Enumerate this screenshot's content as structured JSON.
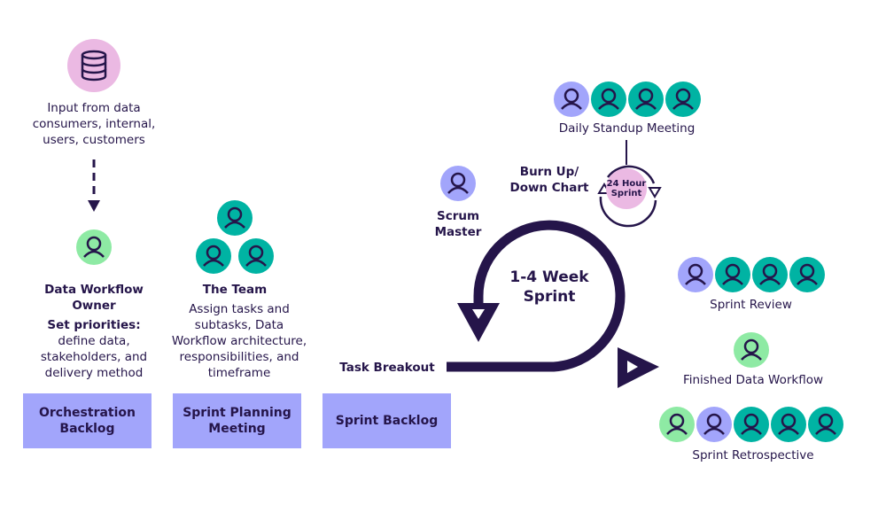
{
  "colors": {
    "ink": "#25154a",
    "pink": "#ebb9e3",
    "green": "#8eeaa4",
    "teal": "#00b3a3",
    "lavender": "#a2a5fb"
  },
  "input": {
    "icon": "database-icon",
    "label": "Input from data consumers, internal, users, customers"
  },
  "owner": {
    "icon": "user-icon",
    "title": "Data Workflow Owner",
    "subtitle": "Set priorities:",
    "description": "define data, stakeholders, and delivery method"
  },
  "team": {
    "icon": "user-group-icon",
    "title": "The Team",
    "description": "Assign tasks and subtasks, Data Workflow architecture, responsibilities, and timeframe"
  },
  "boxes": [
    {
      "label": "Orchestration Backlog"
    },
    {
      "label": "Sprint Planning Meeting"
    },
    {
      "label": "Sprint Backlog"
    }
  ],
  "task_breakout": "Task Breakout",
  "scrum_master": "Scrum Master",
  "burn_chart": "Burn Up/ Down Chart",
  "daily_standup": "Daily Standup Meeting",
  "hour_sprint": "24 Hour Sprint",
  "week_sprint": "1-4 Week Sprint",
  "sprint_review": "Sprint Review",
  "finished_workflow": "Finished Data Workflow",
  "sprint_retrospective": "Sprint Retrospective",
  "avatar_groups": {
    "standup": [
      "lavender",
      "teal",
      "teal",
      "teal"
    ],
    "review": [
      "lavender",
      "teal",
      "teal",
      "teal"
    ],
    "finished": [
      "green"
    ],
    "retrospective": [
      "green",
      "lavender",
      "teal",
      "teal",
      "teal"
    ],
    "team": [
      "teal",
      "teal",
      "teal"
    ],
    "owner": [
      "green"
    ],
    "scrum": [
      "lavender"
    ]
  }
}
